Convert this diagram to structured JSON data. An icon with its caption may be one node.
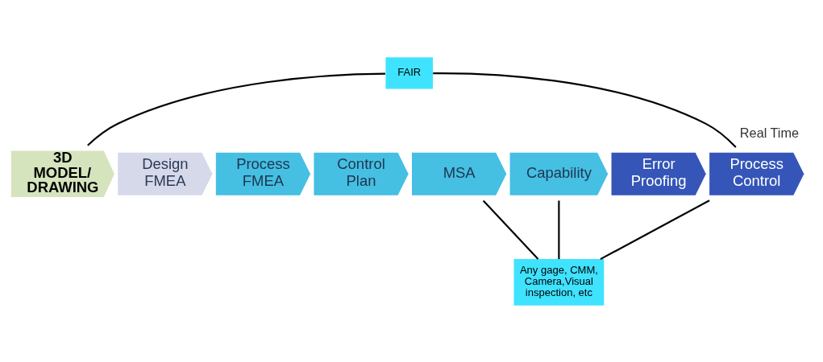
{
  "diagram": {
    "nodes": [
      {
        "text": [
          "FAIR"
        ]
      },
      {
        "text": [
          "3D MODEL/ DRAWING"
        ]
      },
      {
        "text": [
          "Design FMEA"
        ]
      },
      {
        "text": [
          "Process FMEA"
        ]
      },
      {
        "text": [
          "Control Plan"
        ]
      },
      {
        "text": [
          "MSA"
        ]
      },
      {
        "text": [
          "Capability"
        ]
      },
      {
        "text": [
          "Error Proofing"
        ]
      },
      {
        "text": [
          "Process Control"
        ],
        "beside": [
          "Real Time"
        ]
      },
      {
        "text": [
          "Any gage, CMM, Camera,Visual inspection, etc"
        ]
      }
    ],
    "edges": [
      {
        "from": 0,
        "to": 1,
        "arrow": "none"
      },
      {
        "from": 0,
        "to": 8,
        "arrow": "none"
      },
      {
        "from": 5,
        "to": 9,
        "arrow": "none"
      },
      {
        "from": 6,
        "to": 9,
        "arrow": "none"
      },
      {
        "from": 8,
        "to": 9,
        "arrow": "none"
      }
    ]
  }
}
